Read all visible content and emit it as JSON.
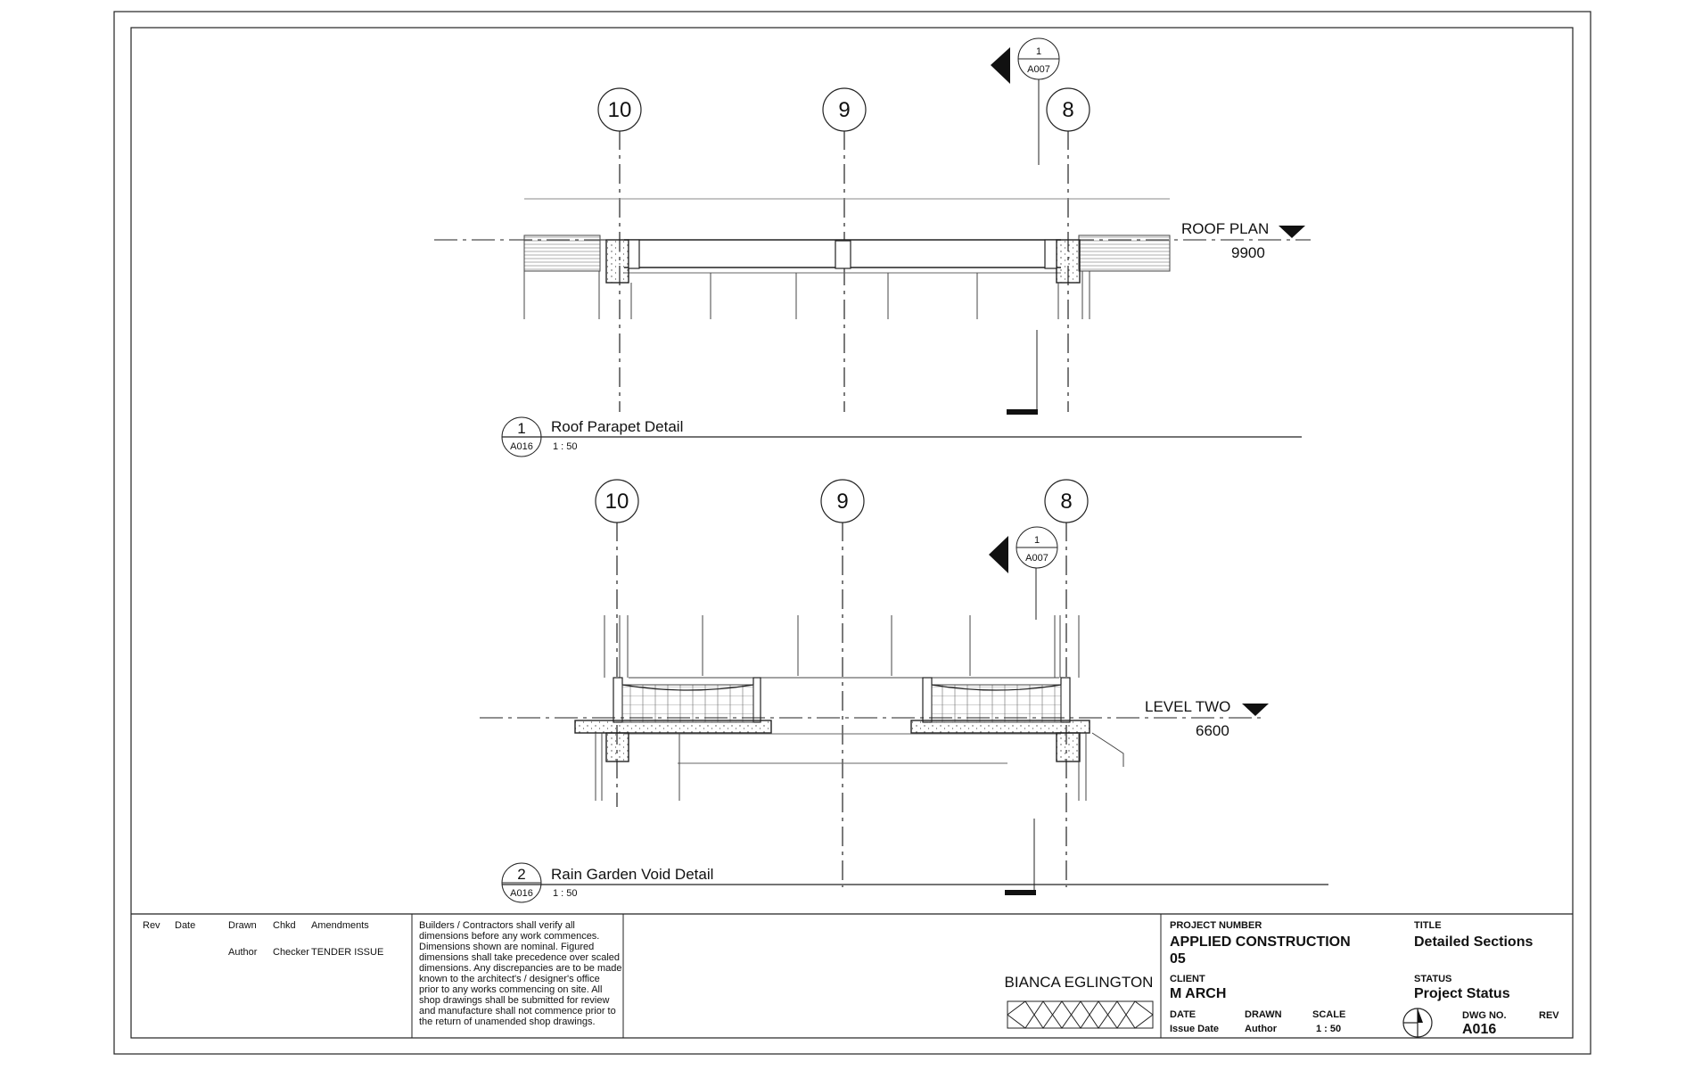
{
  "drawing": {
    "grid_labels": [
      "10",
      "9",
      "8"
    ],
    "section_marker": {
      "number": "1",
      "sheet": "A007"
    },
    "view1": {
      "number": "1",
      "sheet": "A016",
      "title": "Roof Parapet Detail",
      "scale": "1 : 50"
    },
    "view2": {
      "number": "2",
      "sheet": "A016",
      "title": "Rain Garden Void Detail",
      "scale": "1 : 50"
    },
    "level_roof": {
      "name": "ROOF PLAN",
      "elevation": "9900"
    },
    "level_two": {
      "name": "LEVEL TWO",
      "elevation": "6600"
    }
  },
  "title_block": {
    "rev_table": {
      "headers": [
        "Rev",
        "Date",
        "Drawn",
        "Chkd",
        "Amendments"
      ],
      "row": [
        "",
        "",
        "Author",
        "Checker",
        "TENDER ISSUE"
      ]
    },
    "notes": [
      "Builders / Contractors shall verify all",
      "dimensions before any work commences.",
      "Dimensions shown are nominal. Figured",
      "dimensions shall take precedence over scaled",
      "dimensions. Any discrepancies are to be made",
      "known to the architect's / designer's office",
      "prior to any works commencing on site. All",
      "shop drawings shall be submitted for review",
      "and manufacture shall not commence prior to",
      "the return of unamended shop drawings."
    ],
    "designer": "BIANCA EGLINGTON",
    "project_number_label": "PROJECT NUMBER",
    "project_line1": "APPLIED CONSTRUCTION",
    "project_line2": "05",
    "client_label": "CLIENT",
    "client": "M ARCH",
    "date_label": "DATE",
    "date": "Issue Date",
    "drawn_label": "DRAWN",
    "drawn": "Author",
    "scale_label": "SCALE",
    "scale": "1 : 50",
    "title_label": "TITLE",
    "title": "Detailed Sections",
    "status_label": "STATUS",
    "status": "Project Status",
    "dwg_label": "DWG NO.",
    "dwg": "A016",
    "rev_label": "REV"
  }
}
